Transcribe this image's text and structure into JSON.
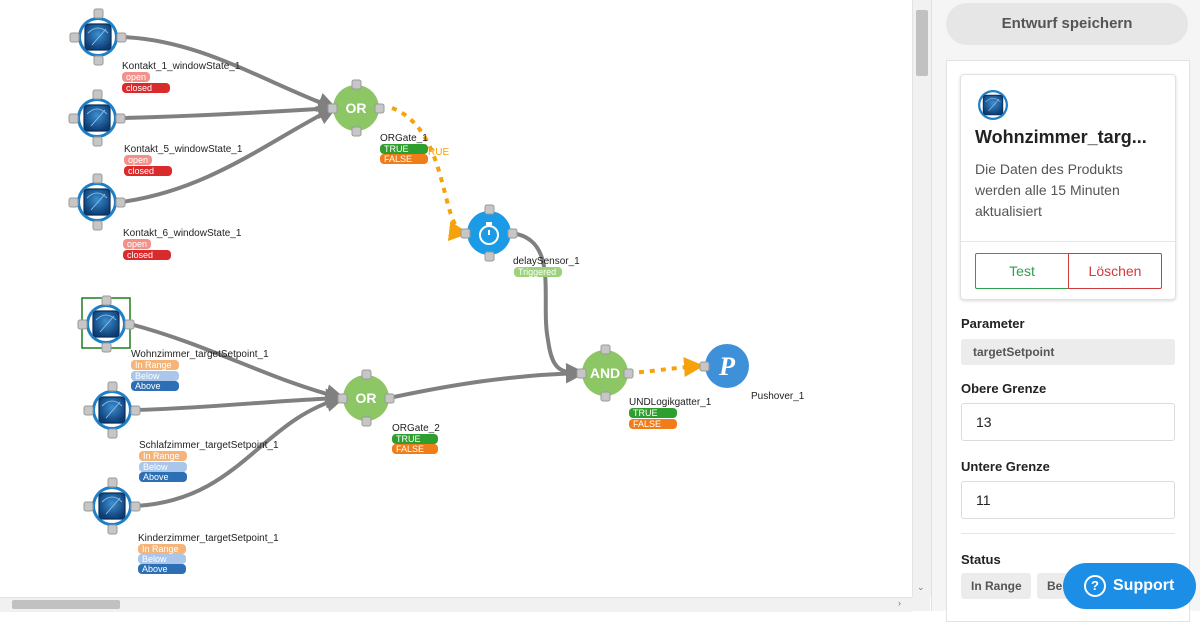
{
  "canvas": {
    "sensors": [
      {
        "name": "Kontakt_1_windowState_1",
        "states": [
          "open",
          "closed"
        ]
      },
      {
        "name": "Kontakt_5_windowState_1",
        "states": [
          "open",
          "closed"
        ]
      },
      {
        "name": "Kontakt_6_windowState_1",
        "states": [
          "open",
          "closed"
        ]
      },
      {
        "name": "Wohnzimmer_targetSetpoint_1",
        "states": [
          "In Range",
          "Below",
          "Above"
        ]
      },
      {
        "name": "Schlafzimmer_targetSetpoint_1",
        "states": [
          "In Range",
          "Below",
          "Above"
        ]
      },
      {
        "name": "Kinderzimmer_targetSetpoint_1",
        "states": [
          "In Range",
          "Below",
          "Above"
        ]
      }
    ],
    "gates": [
      {
        "label": "OR",
        "name": "ORGate_1",
        "states": [
          "TRUE",
          "FALSE"
        ],
        "edge_label": "RUE"
      },
      {
        "label": "OR",
        "name": "ORGate_2",
        "states": [
          "TRUE",
          "FALSE"
        ]
      },
      {
        "label": "AND",
        "name": "UNDLogikgatter_1",
        "states": [
          "TRUE",
          "FALSE"
        ]
      }
    ],
    "delay": {
      "name": "delaySensor_1",
      "state": "Triggered"
    },
    "pushover": {
      "name": "Pushover_1",
      "letter": "P"
    },
    "colors": {
      "or_gate": "#8cc665",
      "and_gate": "#8cc665",
      "delay": "#1b9be6",
      "pushover": "#3e91d9",
      "edge_active": "#f5a20c",
      "edge_default": "#808080",
      "state_open": "#f4908a",
      "state_closed": "#d92b2b",
      "state_true": "#2e9e2e",
      "state_false": "#f07d19",
      "state_triggered": "#9bd27a",
      "state_inrange": "#f5b47a",
      "state_below": "#aac6ea",
      "state_above": "#2d6fb5"
    }
  },
  "panel": {
    "save_label": "Entwurf speichern",
    "product_icon": "sensor-device-icon",
    "product_title": "Wohnzimmer_targ...",
    "product_description": "Die Daten des Produkts werden alle 15 Minuten aktualisiert",
    "test_label": "Test",
    "delete_label": "Löschen",
    "parameter_label": "Parameter",
    "parameter_value": "targetSetpoint",
    "upper_label": "Obere Grenze",
    "upper_value": "13",
    "lower_label": "Untere Grenze",
    "lower_value": "11",
    "status_label": "Status",
    "status_chips": [
      "In Range",
      "Be"
    ]
  },
  "support": {
    "label": "Support",
    "icon": "question-icon",
    "icon_glyph": "?"
  }
}
